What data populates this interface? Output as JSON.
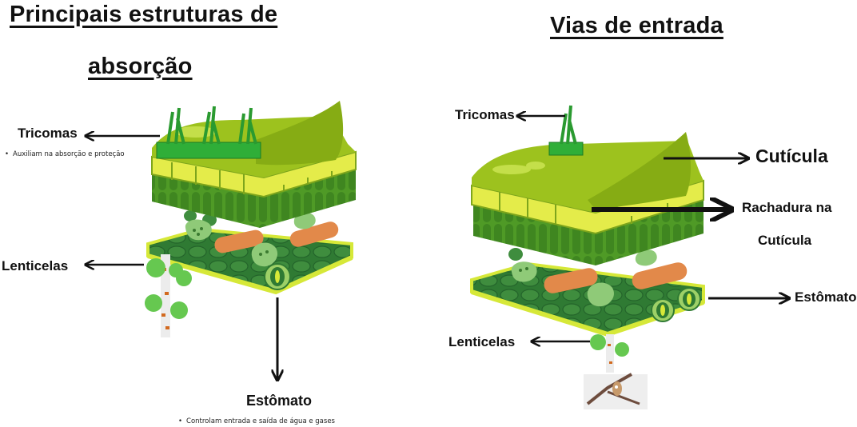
{
  "left": {
    "title_line1": "Principais estruturas de",
    "title_line2": "absorção",
    "label_tricomas": "Tricomas",
    "tricomas_note": "Auxiliam na absorção e proteção",
    "label_lenticelas": "Lenticelas",
    "label_estomato": "Estômato",
    "estomato_note": "Controlam entrada e saída de água e gases"
  },
  "right": {
    "title": "Vias de entrada",
    "label_tricomas": "Tricomas",
    "label_cuticula": "Cutícula",
    "label_rachadura_line1": "Rachadura na",
    "label_rachadura_line2": "Cutícula",
    "label_estomato": "Estômato",
    "label_lenticelas": "Lenticelas"
  },
  "colors": {
    "cuticle": "#9dc21e",
    "epidermis": "#e4ec4a",
    "palisade": "#4f9a26",
    "spongy": "#2f7a33",
    "vein": "#e2894a",
    "lenticel": "#66c850",
    "trichome": "#2fae38"
  },
  "icons": [
    "arrow-icon",
    "leaf-cross-section",
    "trichome-icon",
    "stoma-icon",
    "lenticel-stem",
    "twig-photo"
  ]
}
